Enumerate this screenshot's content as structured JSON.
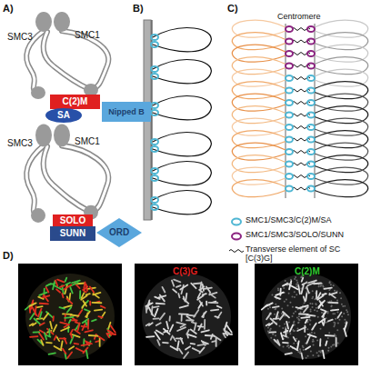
{
  "diagram": {
    "nodes": [
      {
        "text": [
          "C(2)M"
        ]
      },
      {
        "text": [
          "SA"
        ]
      },
      {
        "text": [
          "Nipped B"
        ]
      },
      {
        "text": [
          "SOLO"
        ]
      },
      {
        "text": [
          "SUNN"
        ]
      },
      {
        "text": [
          "ORD"
        ]
      }
    ],
    "labels": [
      "A)",
      "SMC3",
      "SMC1",
      "SMC3",
      "SMC1",
      "B)",
      "C)",
      "Centromere",
      "D)",
      "C(3)G",
      "C(2)M"
    ],
    "legend": [
      {
        "text": "SMC1/SMC3/C(2)M/SA",
        "color": "#4fb6d3"
      },
      {
        "text": "SMC1/SMC3/SOLO/SUNN",
        "color": "#8b2380"
      },
      {
        "text": "Transverse element of SC [C(3)G]"
      }
    ]
  }
}
